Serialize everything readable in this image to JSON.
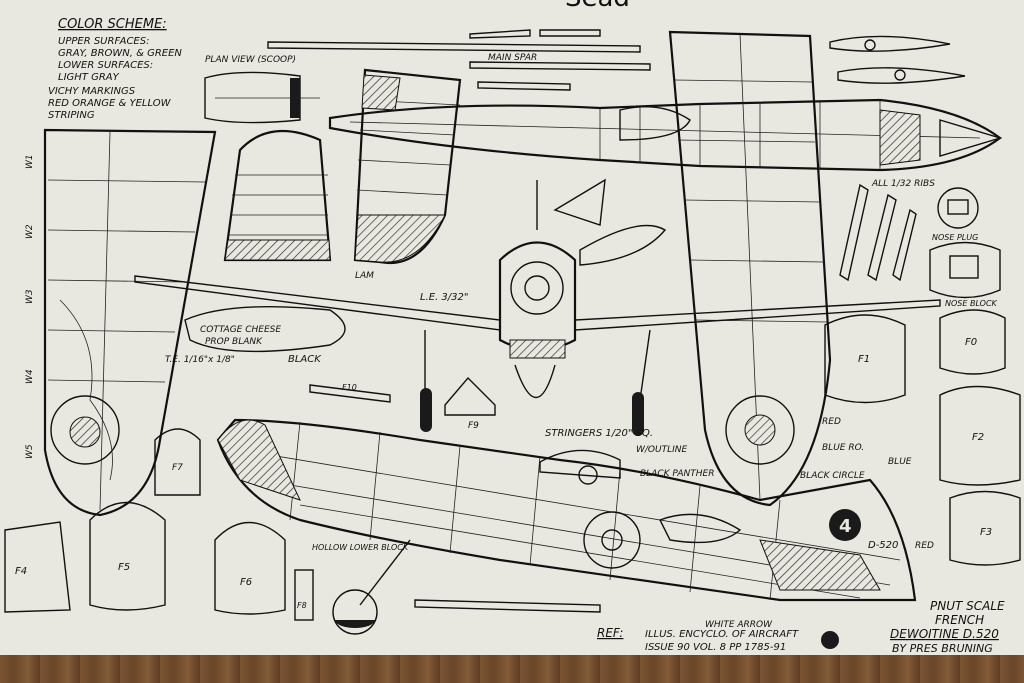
{
  "sheet": {
    "title_partial": "Sead",
    "color_scheme": {
      "heading": "COLOR SCHEME:",
      "lines": [
        "UPPER SURFACES:",
        "GRAY, BROWN, & GREEN",
        "LOWER SURFACES:",
        "LIGHT GRAY",
        "VICHY MARKINGS",
        "RED ORANGE & YELLOW",
        "STRIPING"
      ]
    },
    "labels": {
      "plan_view": "PLAN VIEW (SCOOP)",
      "main_spar": "MAIN SPAR",
      "lam": "LAM",
      "le": "L.E. 3/32\"",
      "cottage_cheese": "COTTAGE CHEESE",
      "prop_blank": "PROP BLANK",
      "te": "T.E. 1/16\"x 1/8\"",
      "black": "BLACK",
      "stringers": "STRINGERS 1/20\" SQ.",
      "outline": "W/OUTLINE",
      "black_panther": "BLACK PANTHER",
      "blue_ro": "BLUE RO.",
      "blue": "BLUE",
      "black_circle": "BLACK CIRCLE",
      "red": "RED",
      "hollow": "HOLLOW LOWER BLOCK",
      "white_arrow": "WHITE ARROW",
      "ribs": "ALL 1/32 RIBS",
      "nose_plug": "NOSE PLUG",
      "nose_block": "NOSE BLOCK",
      "number": "4",
      "tail_code": "D-520",
      "ref": "REF:",
      "ref_line1": "ILLUS. ENCYCLO. OF AIRCRAFT",
      "ref_line2": "ISSUE 90  VOL. 8  PP 1785-91",
      "pnut1": "PNUT SCALE",
      "pnut2": "FRENCH",
      "pnut3": "DEWOITINE D.520",
      "author": "BY PRES BRUNING"
    },
    "formers": [
      "F1",
      "F2",
      "F3",
      "F4",
      "F5",
      "F6",
      "F7",
      "F8",
      "F9",
      "F10",
      "F0"
    ],
    "wing_stations": [
      "W1",
      "W2",
      "W3",
      "W4",
      "W5"
    ]
  }
}
